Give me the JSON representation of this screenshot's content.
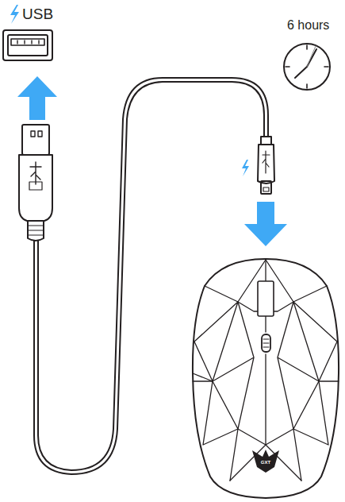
{
  "diagram": {
    "labels": [
      "USB",
      "6 hours",
      "GXT"
    ]
  }
}
